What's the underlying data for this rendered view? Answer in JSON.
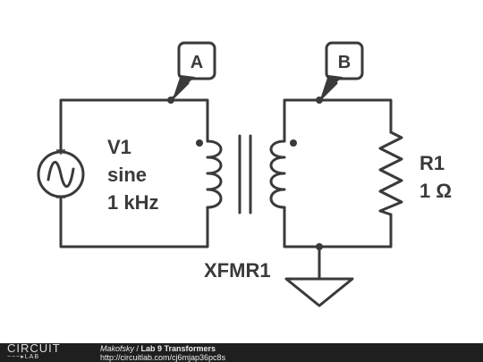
{
  "probes": {
    "a": "A",
    "b": "B"
  },
  "source": {
    "name": "V1",
    "type": "sine",
    "frequency": "1 kHz"
  },
  "resistor": {
    "name": "R1",
    "value": "1 Ω"
  },
  "transformer": {
    "name": "XFMR1"
  },
  "footer": {
    "logo_top": "CIRCUIT",
    "logo_bottom": "LAB",
    "author": "Makofsky",
    "separator": " / ",
    "title": "Lab 9 Transformers",
    "url": "http://circuitlab.com/cj6mjap36pc8s"
  },
  "colors": {
    "wire": "#3a3a3a",
    "footer_bg": "#1f1f1f"
  }
}
